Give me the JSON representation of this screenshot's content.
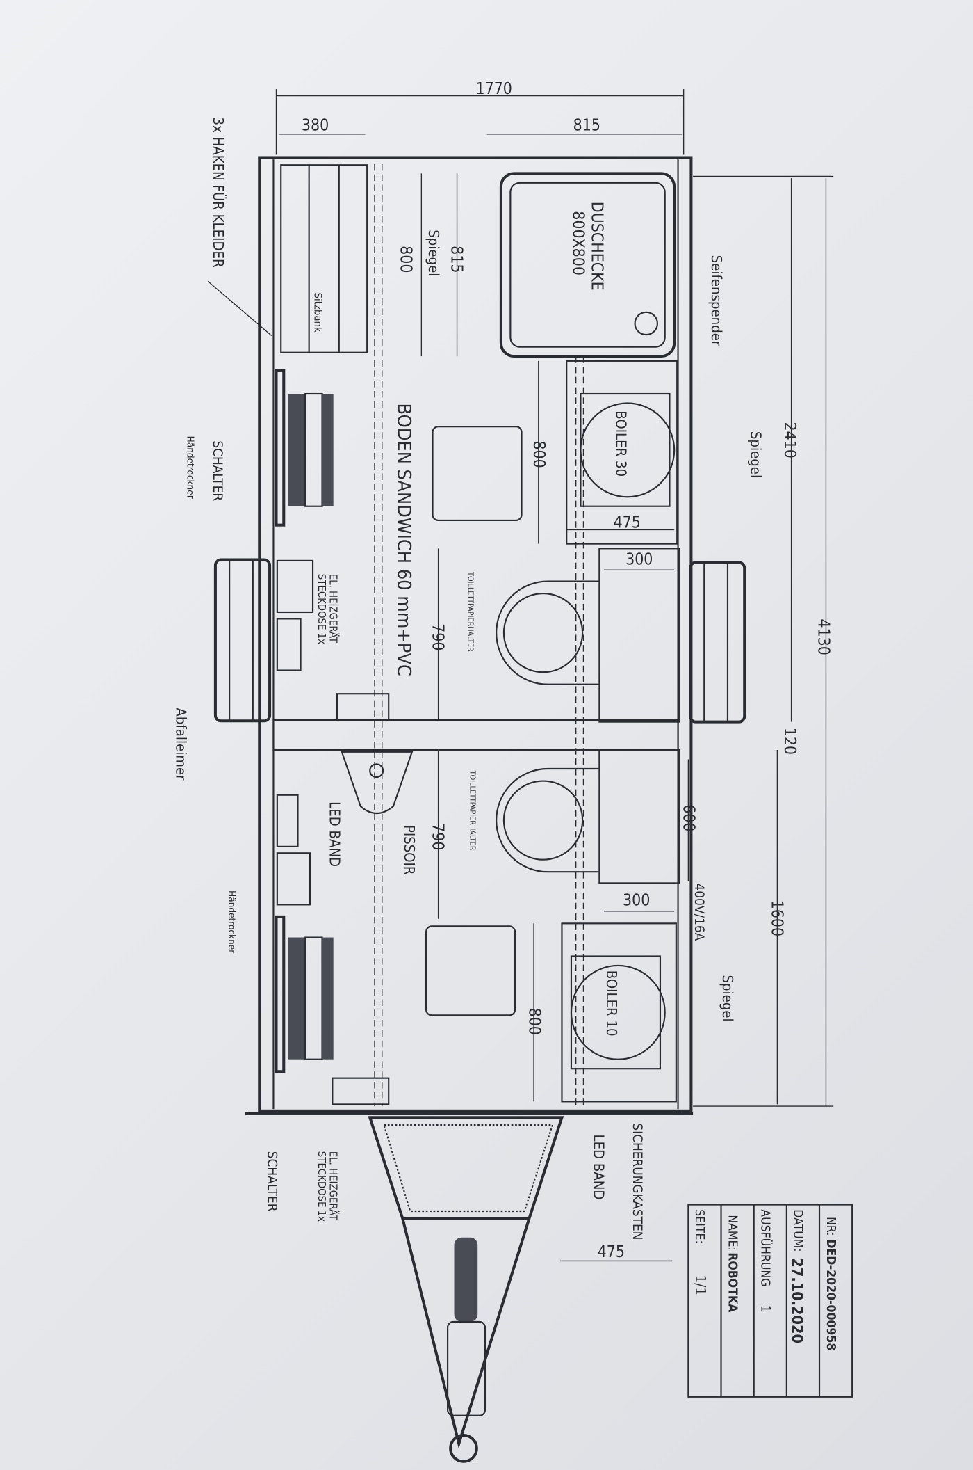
{
  "dimensions": {
    "total_width": "1770",
    "bench_width": "380",
    "shower_width": "815",
    "total_length": "4130",
    "front_section": "2410",
    "beam": "120",
    "rear_section": "1600",
    "mirror_len": "800",
    "shower_len": "815",
    "sink1_len": "800",
    "sink1_depth": "475",
    "wc1_depth": "300",
    "wc1_len": "790",
    "wc2_len": "790",
    "wc2_width": "600",
    "wc2_depth": "300",
    "sink2_len": "800",
    "drawbar_depth": "475"
  },
  "labels": {
    "hooks": "3x HAKEN FÜR KLEIDER",
    "bench": "Sitzbank",
    "mirror_left": "Spiegel",
    "shower_title": "DUSCHECKE",
    "shower_size": "800X800",
    "soap": "Seifenspender",
    "mirror_right1": "Spiegel",
    "boiler1": "BOILER 30",
    "floor": "BODEN SANDWICH 60 mm+PVC",
    "switch1": "SCHALTER",
    "dryer1": "Händetrockner",
    "heater1_a": "EL. HEIZGERÄT",
    "heater1_b": "STECKDOSE 1x",
    "tp_holder1": "TOILLETTPAPIERHALTER",
    "tp_holder2": "TOILLETTPAPIERHALTER",
    "bin": "Abfalleimer",
    "pissoir": "PISSOIR",
    "led1": "LED BAND",
    "dryer2": "Händetrockner",
    "power": "400V/16A",
    "mirror_right2": "Spiegel",
    "boiler2": "BOILER 10",
    "fusebox": "SICHERUNGKASTEN",
    "led2": "LED BAND",
    "switch2": "SCHALTER",
    "heater2_a": "EL. HEIZGERÄT",
    "heater2_b": "STECKDOSE 1x"
  },
  "title_block": {
    "nr_label": "NR:",
    "nr_value": "DED-2020-000958",
    "datum_label": "DATUM:",
    "datum_value": "27.10.2020",
    "ausfuehrung_label": "AUSFÜHRUNG",
    "ausfuehrung_value": "1",
    "name_label": "NAME:",
    "name_value": "ROBOTKA",
    "seite_label": "SEITE:",
    "seite_value": "1/1"
  }
}
